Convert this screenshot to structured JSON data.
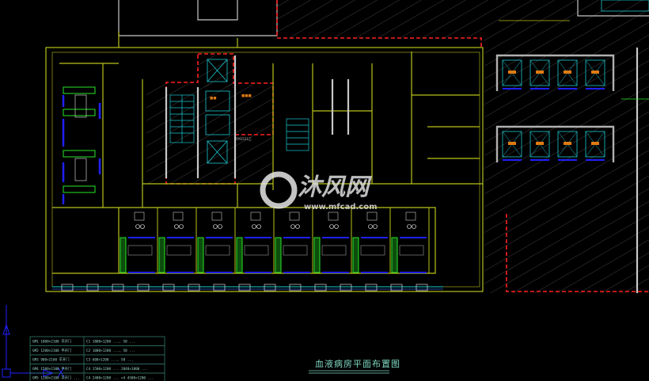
{
  "drawing": {
    "title": "血液病房平面布置图",
    "watermark_name": "沐风网",
    "watermark_url": "www.mfcad.com",
    "door_tag": "FM1521乙",
    "legend": [
      {
        "door": "GM1 1000×2100 平开门",
        "window": "C1 1800×1200 ..., 50 ..."
      },
      {
        "door": "GM2 1200×2100 平开门",
        "window": "C2 1000×1200 ..., 50 ..."
      },
      {
        "door": "GM3 900×2100 平开门",
        "window": "C3 600×1200 ..., 50 ..."
      },
      {
        "door": "GM4 1500×2100 平开门",
        "window": "C4 1500×1200 ... 2040×1000 ..."
      },
      {
        "door": "GM5 1200×2100 平开门 ...",
        "window": "C4 2400×1200 ... ×4 4500×1200 ..."
      }
    ]
  },
  "colors": {
    "background": "#000000",
    "wall_yellow": "#b8c21a",
    "wall_gray": "#c8c8c8",
    "red_zone": "#ff2020",
    "cyan": "#19c8d2",
    "green": "#27e627",
    "blue": "#2020ff",
    "orange_text": "#e07a10",
    "legend": "#3a8a78"
  }
}
